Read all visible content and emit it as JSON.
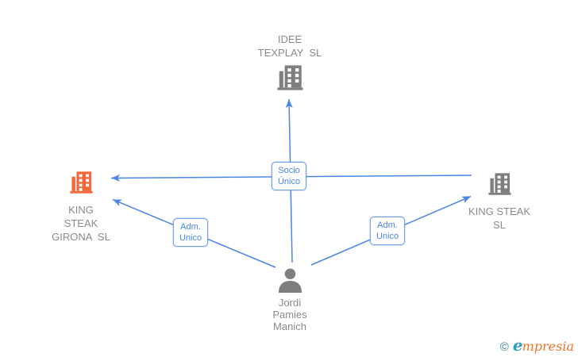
{
  "colors": {
    "edge_blue": "#4a86e8",
    "relationship_box_border": "#6d9eeb",
    "relationship_text_blue": "#4a86e8",
    "entity_text_gray": "#8a8a8a",
    "icon_gray": "#7e7e7e",
    "highlight_orange": "#f4683c",
    "watermark_teal": "#3b7f96",
    "watermark_orange": "#ee7326"
  },
  "entities": {
    "idee_texplay": {
      "name": "IDEE TEXPLAY SL",
      "line1": "IDEE",
      "line2": "TEXPLAY  SL",
      "icon": "building-icon",
      "icon_color": "#7e7e7e"
    },
    "king_steak_girona": {
      "name": "KING STEAK GIRONA SL",
      "line1": "KING",
      "line2": "STEAK",
      "line3": "GIRONA  SL",
      "icon": "building-icon",
      "icon_color": "#f4683c",
      "highlighted": true
    },
    "king_steak": {
      "name": "KING STEAK SL",
      "line1": "KING STEAK",
      "line2": "SL",
      "icon": "building-icon",
      "icon_color": "#7e7e7e"
    },
    "jordi_pamies": {
      "name": "Jordi Pamies Manich",
      "line1": "Jordi",
      "line2": "Pamies",
      "line3": "Manich",
      "icon": "person-icon",
      "icon_color": "#7e7e7e"
    }
  },
  "relationships": {
    "socio_unico": {
      "label": "Socio Único",
      "line1": "Socio",
      "line2": "Único"
    },
    "adm_unico_left": {
      "label": "Adm. Unico",
      "line1": "Adm.",
      "line2": "Unico"
    },
    "adm_unico_right": {
      "label": "Adm. Unico",
      "line1": "Adm.",
      "line2": "Unico"
    }
  },
  "edges": [
    {
      "from": "jordi_pamies",
      "to": "idee_texplay",
      "label": "Socio Único",
      "direction": "up"
    },
    {
      "from": "king_steak",
      "to": "king_steak_girona",
      "label": "Socio Único",
      "direction": "left"
    },
    {
      "from": "jordi_pamies",
      "to": "king_steak_girona",
      "label": "Adm. Unico",
      "direction": "up-left"
    },
    {
      "from": "jordi_pamies",
      "to": "king_steak",
      "label": "Adm. Unico",
      "direction": "up-right"
    }
  ],
  "watermark": {
    "copyright": "©",
    "brand_e": "e",
    "brand_rest": "mpresia",
    "brand": "empresia"
  }
}
